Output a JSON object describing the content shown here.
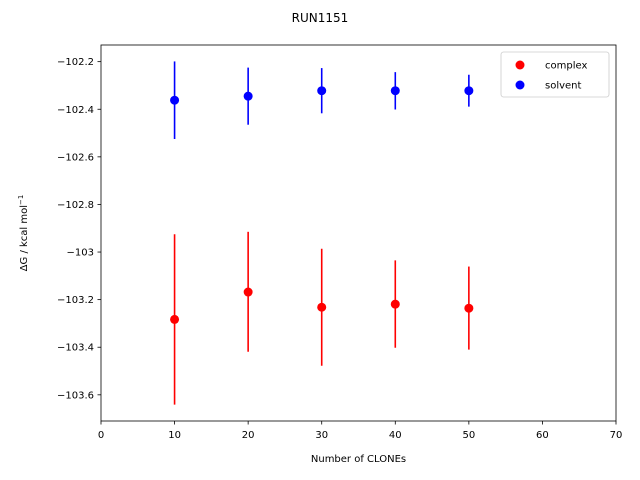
{
  "chart_data": {
    "type": "scatter",
    "title": "RUN1151",
    "xlabel": "Number of CLONEs",
    "ylabel": "ΔG / kcal mol",
    "ylabel_sup": "−1",
    "xlim": [
      0,
      70
    ],
    "ylim": [
      -103.71,
      -102.13
    ],
    "xticks": [
      0,
      10,
      20,
      30,
      40,
      50,
      60,
      70
    ],
    "yticks": [
      -103.6,
      -103.4,
      -103.2,
      -103.0,
      -102.8,
      -102.6,
      -102.4,
      -102.2
    ],
    "grid": false,
    "legend_position": "top-right",
    "series": [
      {
        "name": "complex",
        "color": "#ff0000",
        "x": [
          10,
          20,
          30,
          40,
          50
        ],
        "y": [
          -103.283,
          -103.168,
          -103.232,
          -103.219,
          -103.236
        ],
        "yerr_low": [
          -103.641,
          -103.419,
          -103.478,
          -103.402,
          -103.41
        ],
        "yerr_high": [
          -102.925,
          -102.915,
          -102.986,
          -103.035,
          -103.061
        ]
      },
      {
        "name": "solvent",
        "color": "#0000ff",
        "x": [
          10,
          20,
          30,
          40,
          50
        ],
        "y": [
          -102.362,
          -102.345,
          -102.322,
          -102.322,
          -102.322
        ],
        "yerr_low": [
          -102.525,
          -102.465,
          -102.417,
          -102.401,
          -102.389
        ],
        "yerr_high": [
          -102.199,
          -102.225,
          -102.227,
          -102.244,
          -102.255
        ]
      }
    ]
  }
}
